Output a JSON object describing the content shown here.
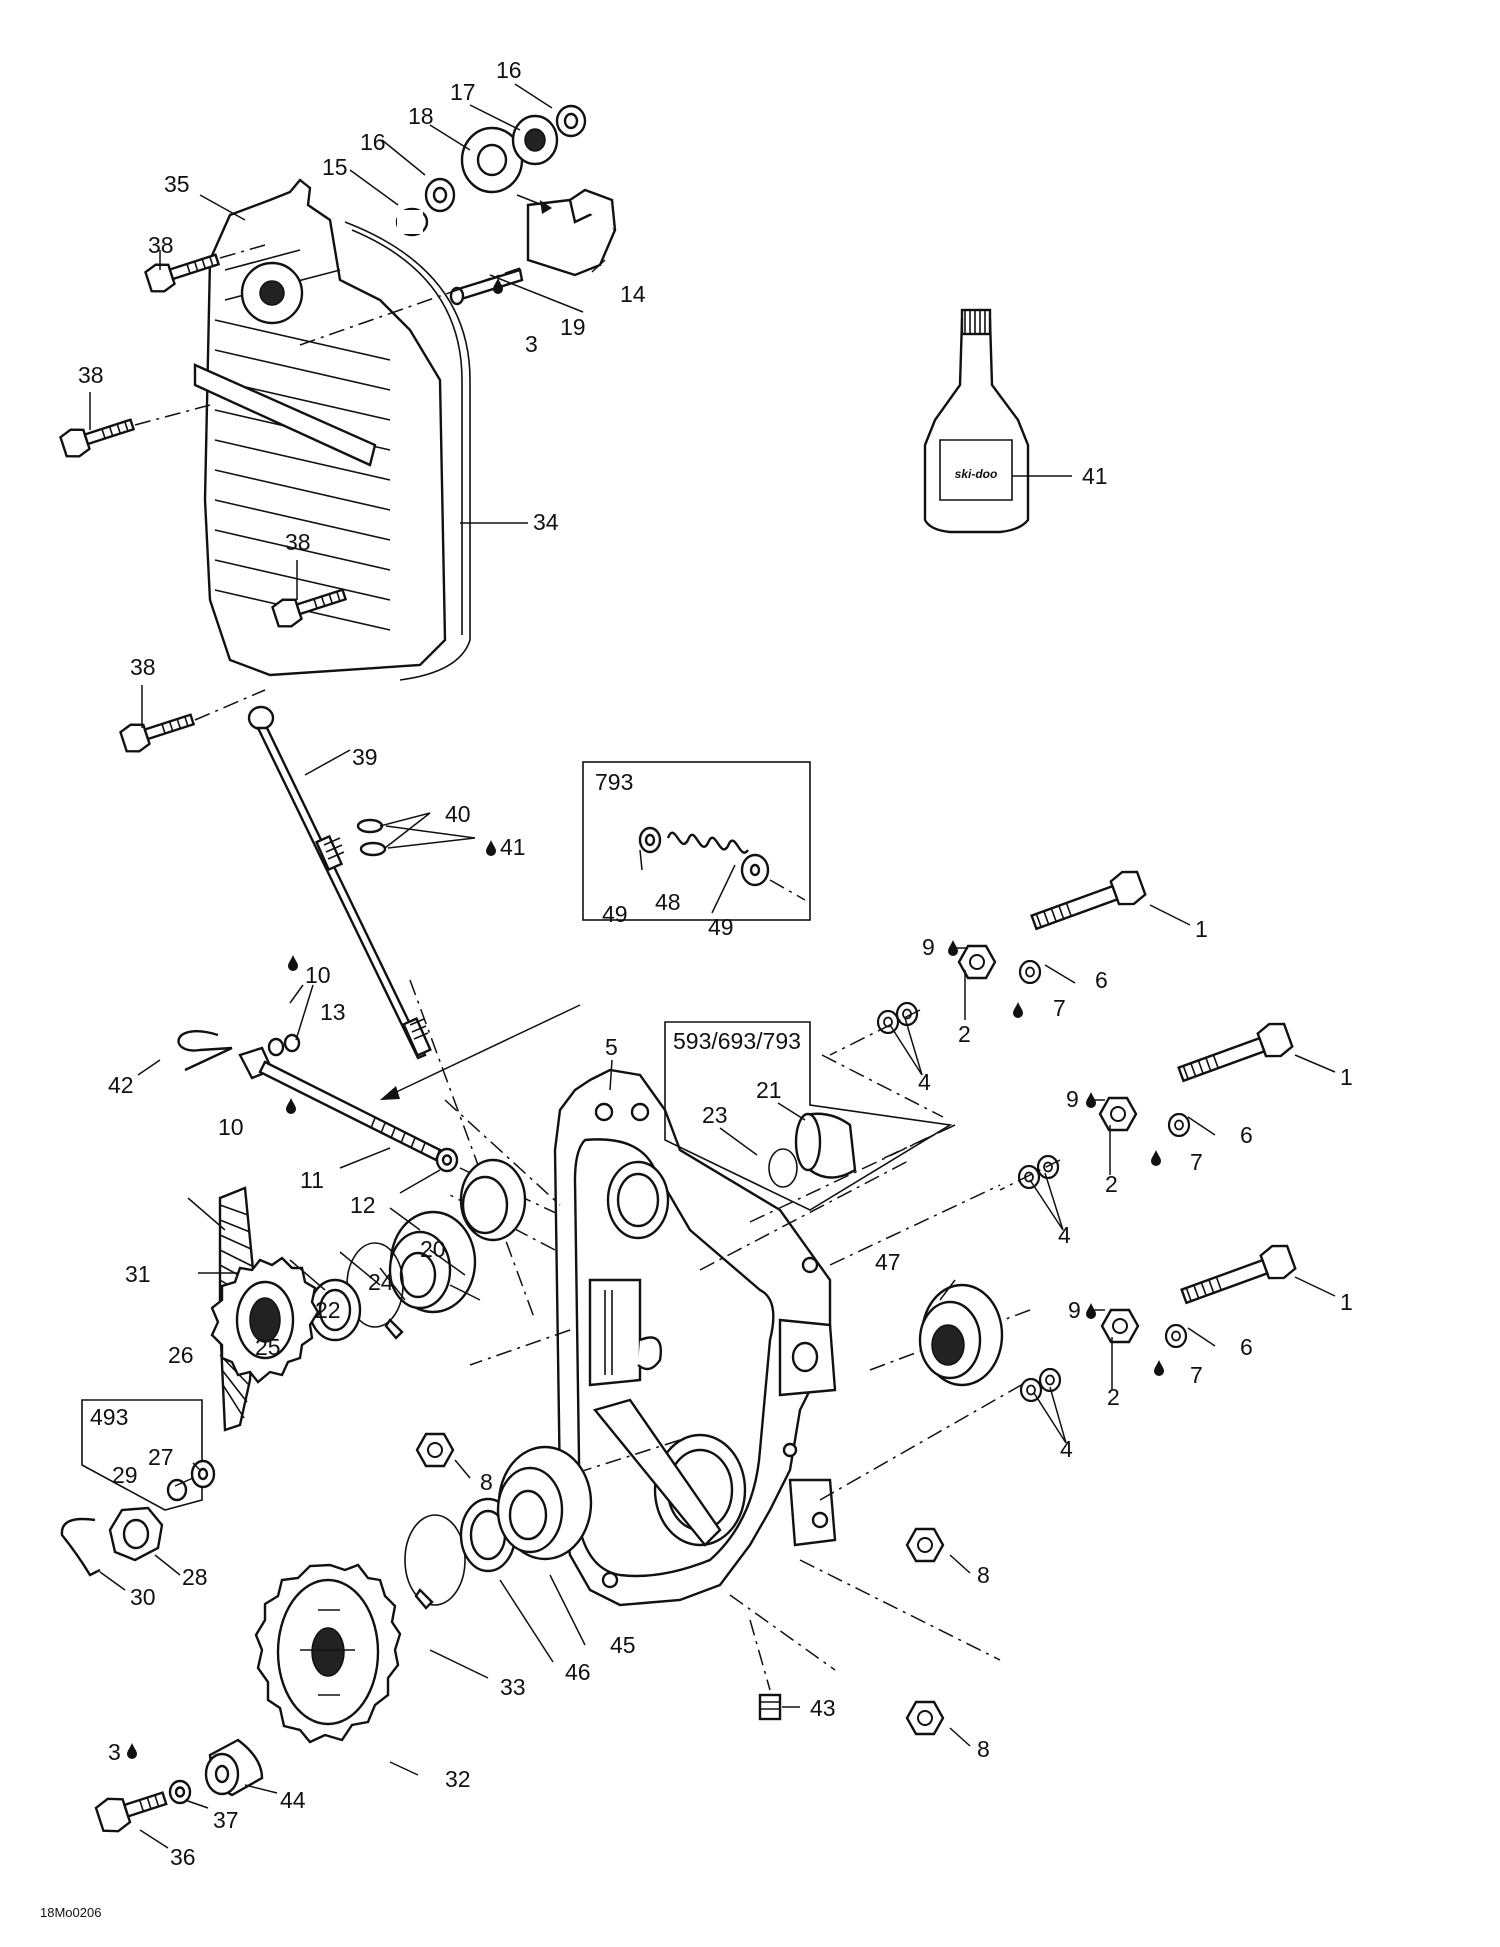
{
  "diagram": {
    "drawing_code": "18Mo0206",
    "bottle_brand": "ski-doo",
    "labels": {
      "l1a": "1",
      "l1b": "1",
      "l1c": "1",
      "l2a": "2",
      "l2b": "2",
      "l2c": "2",
      "l3a": "3",
      "l3b": "3",
      "l4a": "4",
      "l4b": "4",
      "l4c": "4",
      "l5": "5",
      "l6a": "6",
      "l6b": "6",
      "l6c": "6",
      "l7a": "7",
      "l7b": "7",
      "l7c": "7",
      "l8a": "8",
      "l8b": "8",
      "l8c": "8",
      "l9a": "9",
      "l9b": "9",
      "l9c": "9",
      "l10a": "10",
      "l10b": "10",
      "l11": "11",
      "l12": "12",
      "l13": "13",
      "l14": "14",
      "l15": "15",
      "l16a": "16",
      "l16b": "16",
      "l17": "17",
      "l18": "18",
      "l19": "19",
      "l20": "20",
      "l21": "21",
      "l22": "22",
      "l23": "23",
      "l24": "24",
      "l25": "25",
      "l26": "26",
      "l27": "27",
      "l28": "28",
      "l29": "29",
      "l30": "30",
      "l31": "31",
      "l32": "32",
      "l33": "33",
      "l34": "34",
      "l35": "35",
      "l36": "36",
      "l37": "37",
      "l38a": "38",
      "l38b": "38",
      "l38c": "38",
      "l38d": "38",
      "l39": "39",
      "l40": "40",
      "l41a": "41",
      "l41b": "41",
      "l42": "42",
      "l43": "43",
      "l44": "44",
      "l45": "45",
      "l46": "46",
      "l47": "47",
      "l48": "48",
      "l49a": "49",
      "l49b": "49"
    },
    "boxes": {
      "b793": "793",
      "b593": "593/693/793",
      "b493": "493"
    }
  }
}
